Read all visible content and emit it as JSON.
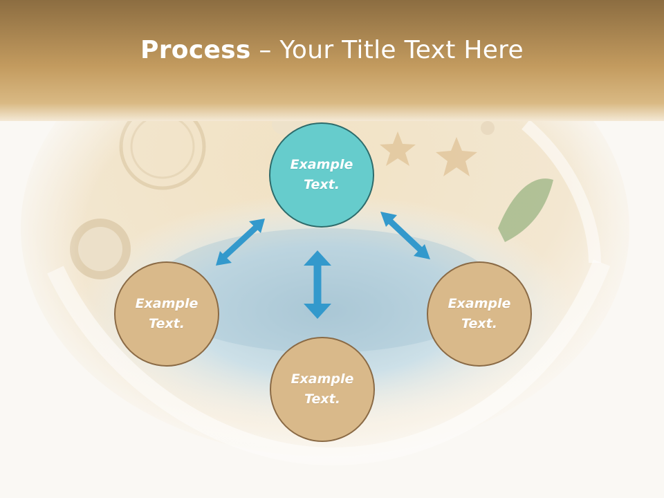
{
  "title": {
    "bold": "Process",
    "rest": " – Your Title Text Here"
  },
  "colors": {
    "header_top": "#8b6b3d",
    "header_bottom": "#c9a366",
    "center_fill": "#66cccc",
    "center_border": "#2d6b6b",
    "node_fill": "#d9b98a",
    "node_border": "#8a6a45",
    "arrow": "#3399cc"
  },
  "nodes": {
    "top": {
      "label": "Example\nText."
    },
    "left": {
      "label": "Example\nText."
    },
    "right": {
      "label": "Example\nText."
    },
    "bottom": {
      "label": "Example\nText."
    }
  }
}
